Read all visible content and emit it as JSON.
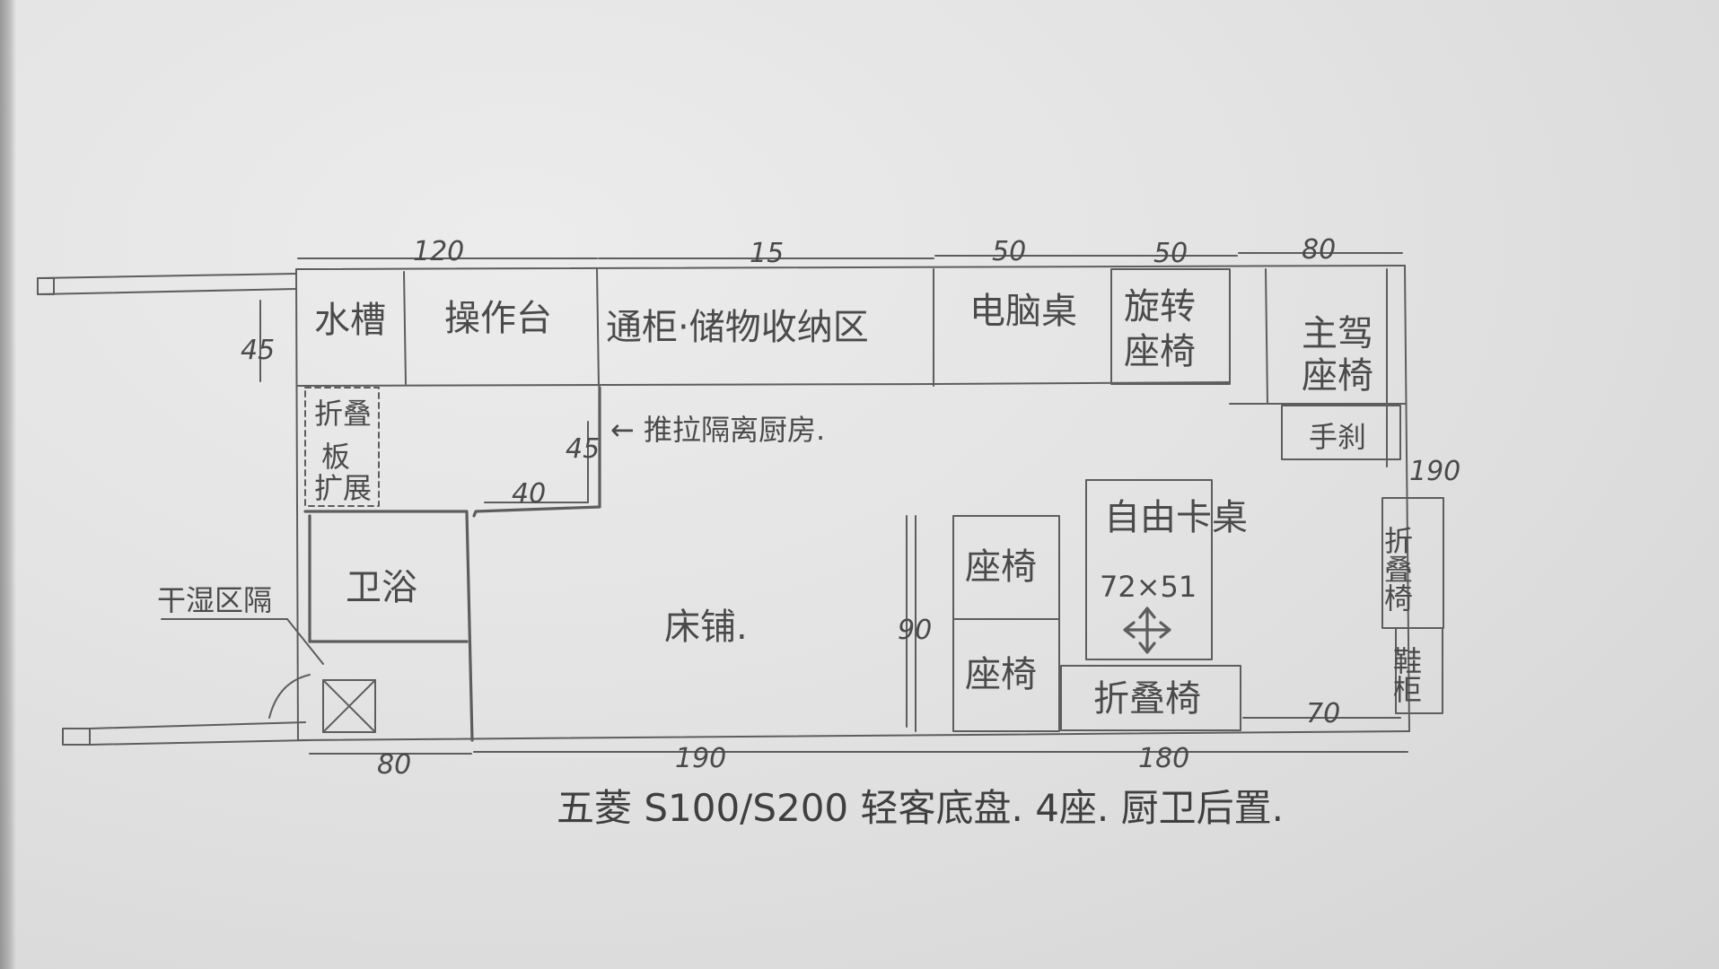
{
  "rooms": {
    "sink": "水槽",
    "worktop": "操作台",
    "storage": "通柜·储物收纳区",
    "computer_desk": "电脑桌",
    "swivel_chair_l1": "旋转",
    "swivel_chair_l2": "座椅",
    "driver_seat_l1": "主驾",
    "driver_seat_l2": "座椅",
    "handbrake": "手刹",
    "fold_board_l1": "折叠",
    "fold_board_l2": "板",
    "fold_board_l3": "扩展",
    "sliding_partition": "← 推拉隔离厨房.",
    "bathroom": "卫浴",
    "dry_wet_partition": "干湿区隔",
    "bed": "床铺.",
    "seat_a": "座椅",
    "seat_b": "座椅",
    "free_table": "自由卡桌",
    "free_table_size": "72×51",
    "folding_chair": "折叠椅",
    "folding_chair_v": "折叠椅",
    "shoe_cabinet": "鞋柜"
  },
  "dimensions": {
    "top_120": "120",
    "top_15": "15",
    "top_50a": "50",
    "top_50b": "50",
    "top_80": "80",
    "left_45": "45",
    "inner_45": "45",
    "inner_40": "40",
    "right_190": "190",
    "seat_90": "90",
    "right_70": "70",
    "bottom_80": "80",
    "bottom_190": "190",
    "bottom_180": "180"
  },
  "caption": "五菱 S100/S200 轻客底盘.    4座.    厨卫后置."
}
